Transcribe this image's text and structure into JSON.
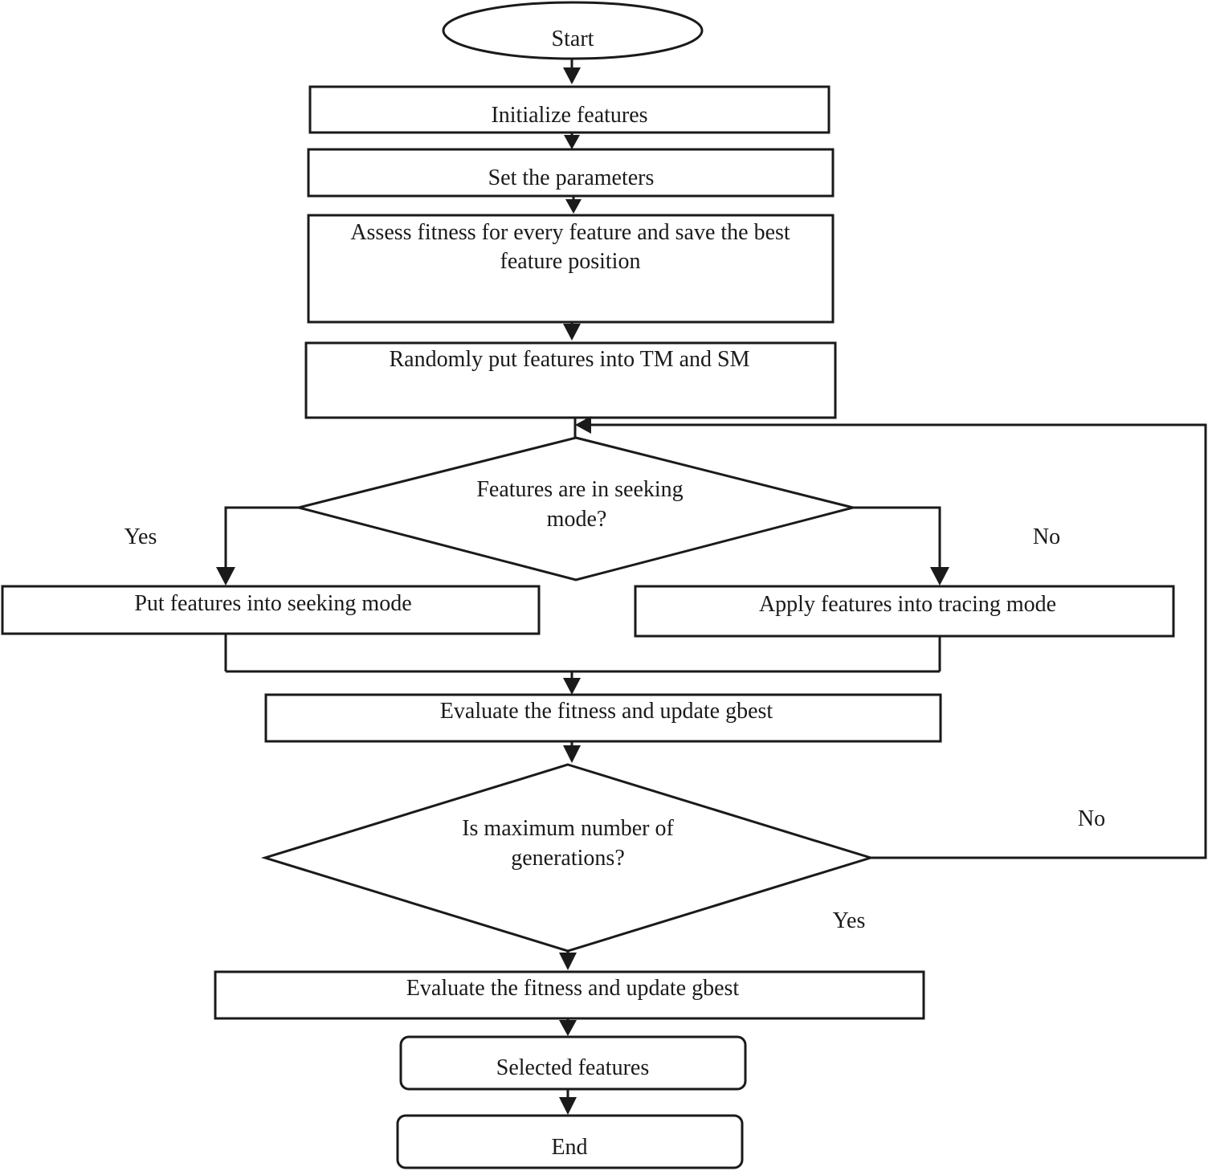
{
  "colors": {
    "stroke": "#1a1a1a",
    "fill": "#ffffff",
    "text": "#1a1a1a"
  },
  "nodes": {
    "start": "Start",
    "init": "Initialize features",
    "params": "Set the parameters",
    "assess": [
      "Assess fitness for every feature and save the best",
      "feature position"
    ],
    "random": "Randomly put features into TM and SM",
    "decision_seek": [
      "Features are in seeking",
      "mode?"
    ],
    "seek": "Put features into seeking mode",
    "trace": "Apply features into tracing mode",
    "eval1": "Evaluate the fitness and update gbest",
    "decision_max": [
      "Is maximum number of",
      "generations?"
    ],
    "eval2": "Evaluate the fitness and update gbest",
    "selected": "Selected features",
    "end": "End"
  },
  "edge_labels": {
    "seek_yes": "Yes",
    "seek_no": "No",
    "max_no": "No",
    "max_yes": "Yes"
  }
}
